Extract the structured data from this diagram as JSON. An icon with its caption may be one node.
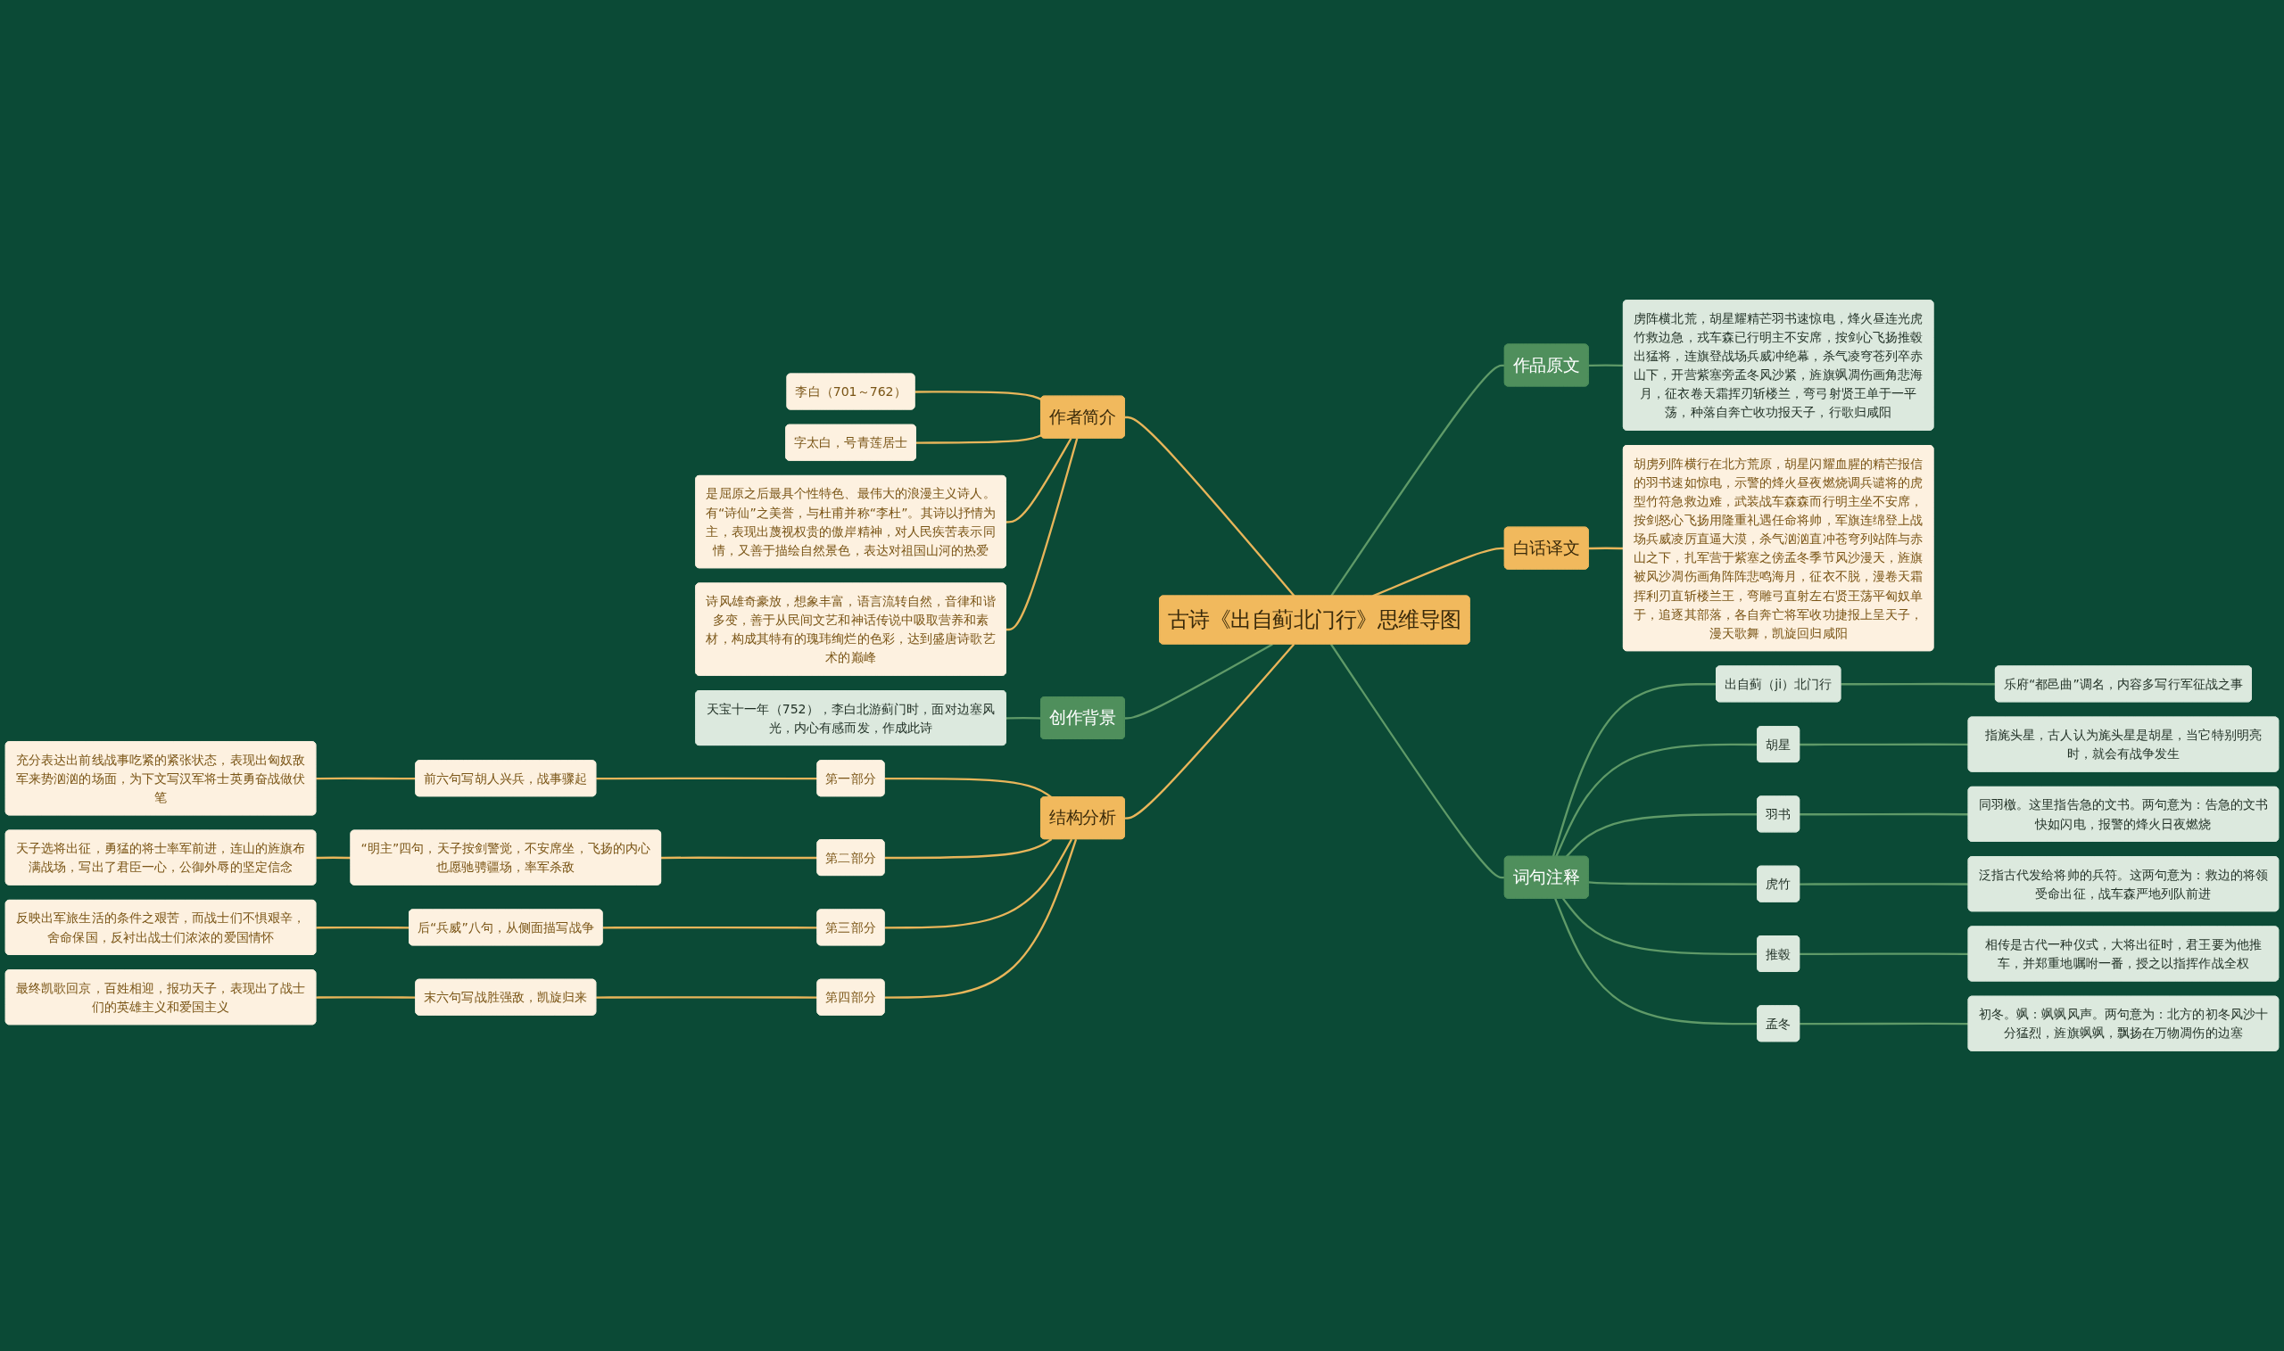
{
  "diagram": {
    "nodes": [
      {
        "text": [
          "古诗《出自蓟北门行》思维导图"
        ]
      },
      {
        "text": [
          "作者简介"
        ]
      },
      {
        "text": [
          "李白（701～762）"
        ]
      },
      {
        "text": [
          "字太白，号青莲居士"
        ]
      },
      {
        "text": [
          "是屈原之后最具个性特色、最伟大的浪漫主义诗人。有“诗仙”之美誉，与杜甫并称“李杜”。其诗以抒情为主，表现出蔑视权贵的傲岸精神，对人民疾苦表示同情，又善于描绘自然景色，表达对祖国山河的热爱"
        ]
      },
      {
        "text": [
          "诗风雄奇豪放，想象丰富，语言流转自然，音律和谐多变，善于从民间文艺和神话传说中吸取营养和素材，构成其特有的瑰玮绚烂的色彩，达到盛唐诗歌艺术的巅峰"
        ]
      },
      {
        "text": [
          "创作背景"
        ]
      },
      {
        "text": [
          "天宝十一年（752），李白北游蓟门时，面对边塞风光，内心有感而发，作成此诗"
        ]
      },
      {
        "text": [
          "结构分析"
        ]
      },
      {
        "text": [
          "第一部分"
        ]
      },
      {
        "text": [
          "前六句写胡人兴兵，战事骤起"
        ]
      },
      {
        "text": [
          "充分表达出前线战事吃紧的紧张状态，表现出匈奴敌军来势汹汹的场面，为下文写汉军将士英勇奋战做伏笔"
        ]
      },
      {
        "text": [
          "第二部分"
        ]
      },
      {
        "text": [
          "“明主”四句，天子按剑警觉，不安席坐，飞扬的内心也愿驰骋疆场，率军杀敌"
        ]
      },
      {
        "text": [
          "天子选将出征，勇猛的将士率军前进，连山的旌旗布满战场，写出了君臣一心，公御外辱的坚定信念"
        ]
      },
      {
        "text": [
          "第三部分"
        ]
      },
      {
        "text": [
          "后“兵威”八句，从侧面描写战争"
        ]
      },
      {
        "text": [
          "反映出军旅生活的条件之艰苦，而战士们不惧艰辛，舍命保国，反衬出战士们浓浓的爱国情怀"
        ]
      },
      {
        "text": [
          "第四部分"
        ]
      },
      {
        "text": [
          "末六句写战胜强敌，凯旋归来"
        ]
      },
      {
        "text": [
          "最终凯歌回京，百姓相迎，报功天子，表现出了战士们的英雄主义和爱国主义"
        ]
      },
      {
        "text": [
          "作品原文"
        ]
      },
      {
        "text": [
          "虏阵横北荒，胡星耀精芒羽书速惊电，烽火昼连光虎竹救边急，戎车森已行明主不安席，按剑心飞扬推毂出猛将，连旗登战场兵威冲绝幕，杀气凌穹苍列卒赤山下，开营紫塞旁孟冬风沙紧，旌旗飒凋伤画角悲海月，征衣卷天霜挥刃斩楼兰，弯弓射贤王单于一平荡，种落自奔亡收功报天子，行歌归咸阳"
        ]
      },
      {
        "text": [
          "白话译文"
        ]
      },
      {
        "text": [
          "胡虏列阵横行在北方荒原，胡星闪耀血腥的精芒报信的羽书速如惊电，示警的烽火昼夜燃烧调兵谴将的虎型竹符急救边难，武装战车森森而行明主坐不安席，按剑怒心飞扬用隆重礼遇任命将帅，军旗连绵登上战场兵威凌厉直逼大漠，杀气汹汹直冲苍穹列站阵与赤山之下，扎军营于紫塞之傍孟冬季节风沙漫天，旌旗被风沙凋伤画角阵阵悲鸣海月，征衣不脱，漫卷天霜挥利刃直斩楼兰王，弯雕弓直射左右贤王荡平匈奴单于，追逐其部落，各自奔亡将军收功捷报上呈天子，漫天歌舞，凯旋回归咸阳"
        ]
      },
      {
        "text": [
          "词句注释"
        ]
      },
      {
        "text": [
          "出自蓟（ji）北门行"
        ]
      },
      {
        "text": [
          "乐府“都邑曲”调名，内容多写行军征战之事"
        ]
      },
      {
        "text": [
          "胡星"
        ]
      },
      {
        "text": [
          "指旄头星，古人认为旄头星是胡星，当它特别明亮时，就会有战争发生"
        ]
      },
      {
        "text": [
          "羽书"
        ]
      },
      {
        "text": [
          "同羽檄。这里指告急的文书。两句意为：告急的文书快如闪电，报警的烽火日夜燃烧"
        ]
      },
      {
        "text": [
          "虎竹"
        ]
      },
      {
        "text": [
          "泛指古代发给将帅的兵符。这两句意为：救边的将领受命出征，战车森严地列队前进"
        ]
      },
      {
        "text": [
          "推毂"
        ]
      },
      {
        "text": [
          "相传是古代一种仪式，大将出征时，君王要为他推车，并郑重地嘱咐一番，授之以指挥作战全权"
        ]
      },
      {
        "text": [
          "孟冬"
        ]
      },
      {
        "text": [
          "初冬。飒：飒飒风声。两句意为：北方的初冬风沙十分猛烈，旌旗飒飒，飘扬在万物凋伤的边塞"
        ]
      }
    ],
    "edges": [
      {
        "from": 0,
        "to": 1,
        "arrow": "none"
      },
      {
        "from": 1,
        "to": 2,
        "arrow": "none"
      },
      {
        "from": 1,
        "to": 3,
        "arrow": "none"
      },
      {
        "from": 1,
        "to": 4,
        "arrow": "none"
      },
      {
        "from": 1,
        "to": 5,
        "arrow": "none"
      },
      {
        "from": 0,
        "to": 6,
        "arrow": "none",
        "color": "#5f9a68"
      },
      {
        "from": 6,
        "to": 7,
        "arrow": "none",
        "color": "#5f9a68"
      },
      {
        "from": 0,
        "to": 8,
        "arrow": "none"
      },
      {
        "from": 8,
        "to": 9,
        "arrow": "none"
      },
      {
        "from": 9,
        "to": 10,
        "arrow": "none"
      },
      {
        "from": 10,
        "to": 11,
        "arrow": "none"
      },
      {
        "from": 8,
        "to": 12,
        "arrow": "none"
      },
      {
        "from": 12,
        "to": 13,
        "arrow": "none"
      },
      {
        "from": 13,
        "to": 14,
        "arrow": "none"
      },
      {
        "from": 8,
        "to": 15,
        "arrow": "none"
      },
      {
        "from": 15,
        "to": 16,
        "arrow": "none"
      },
      {
        "from": 16,
        "to": 17,
        "arrow": "none"
      },
      {
        "from": 8,
        "to": 18,
        "arrow": "none"
      },
      {
        "from": 18,
        "to": 19,
        "arrow": "none"
      },
      {
        "from": 19,
        "to": 20,
        "arrow": "none"
      },
      {
        "from": 0,
        "to": 21,
        "arrow": "none",
        "color": "#5f9a68"
      },
      {
        "from": 21,
        "to": 22,
        "arrow": "none",
        "color": "#5f9a68"
      },
      {
        "from": 0,
        "to": 23,
        "arrow": "none"
      },
      {
        "from": 23,
        "to": 24,
        "arrow": "none"
      },
      {
        "from": 0,
        "to": 25,
        "arrow": "none",
        "color": "#5f9a68"
      },
      {
        "from": 25,
        "to": 26,
        "arrow": "none",
        "color": "#5f9a68"
      },
      {
        "from": 26,
        "to": 27,
        "arrow": "none",
        "color": "#5f9a68"
      },
      {
        "from": 25,
        "to": 28,
        "arrow": "none",
        "color": "#5f9a68"
      },
      {
        "from": 28,
        "to": 29,
        "arrow": "none",
        "color": "#5f9a68"
      },
      {
        "from": 25,
        "to": 30,
        "arrow": "none",
        "color": "#5f9a68"
      },
      {
        "from": 30,
        "to": 31,
        "arrow": "none",
        "color": "#5f9a68"
      },
      {
        "from": 25,
        "to": 32,
        "arrow": "none",
        "color": "#5f9a68"
      },
      {
        "from": 32,
        "to": 33,
        "arrow": "none",
        "color": "#5f9a68"
      },
      {
        "from": 25,
        "to": 34,
        "arrow": "none",
        "color": "#5f9a68"
      },
      {
        "from": 34,
        "to": 35,
        "arrow": "none",
        "color": "#5f9a68"
      },
      {
        "from": 25,
        "to": 36,
        "arrow": "none",
        "color": "#5f9a68"
      },
      {
        "from": 36,
        "to": 37,
        "arrow": "none",
        "color": "#5f9a68"
      }
    ]
  }
}
